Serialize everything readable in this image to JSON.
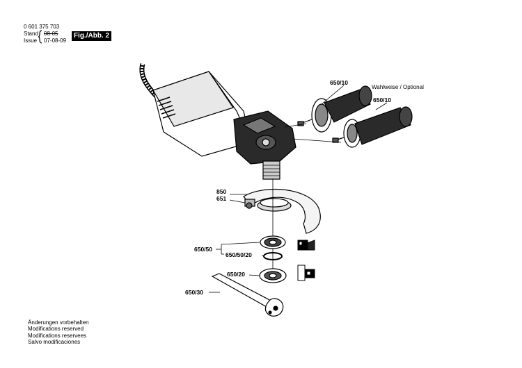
{
  "header": {
    "part_number": "0 601 375 703",
    "stand_label": "Stand",
    "stand_value": "08-05",
    "issue_label": "Issue",
    "issue_value": "07-08-09",
    "figure_label": "Fig./Abb. 2"
  },
  "parts": {
    "p650_10_a": "650/10",
    "p650_10_b": "650/10",
    "optional_note": "Wahlweise / Optional",
    "p850": "850",
    "p651": "651",
    "p650_50": "650/50",
    "p650_50_20": "650/50/20",
    "p650_20": "650/20",
    "p650_30": "650/30"
  },
  "footer": {
    "line1": "Änderungen vorbehalten",
    "line2": "Modifications reserved",
    "line3": "Modifications reservees",
    "line4": "Salvo modificaciones"
  }
}
